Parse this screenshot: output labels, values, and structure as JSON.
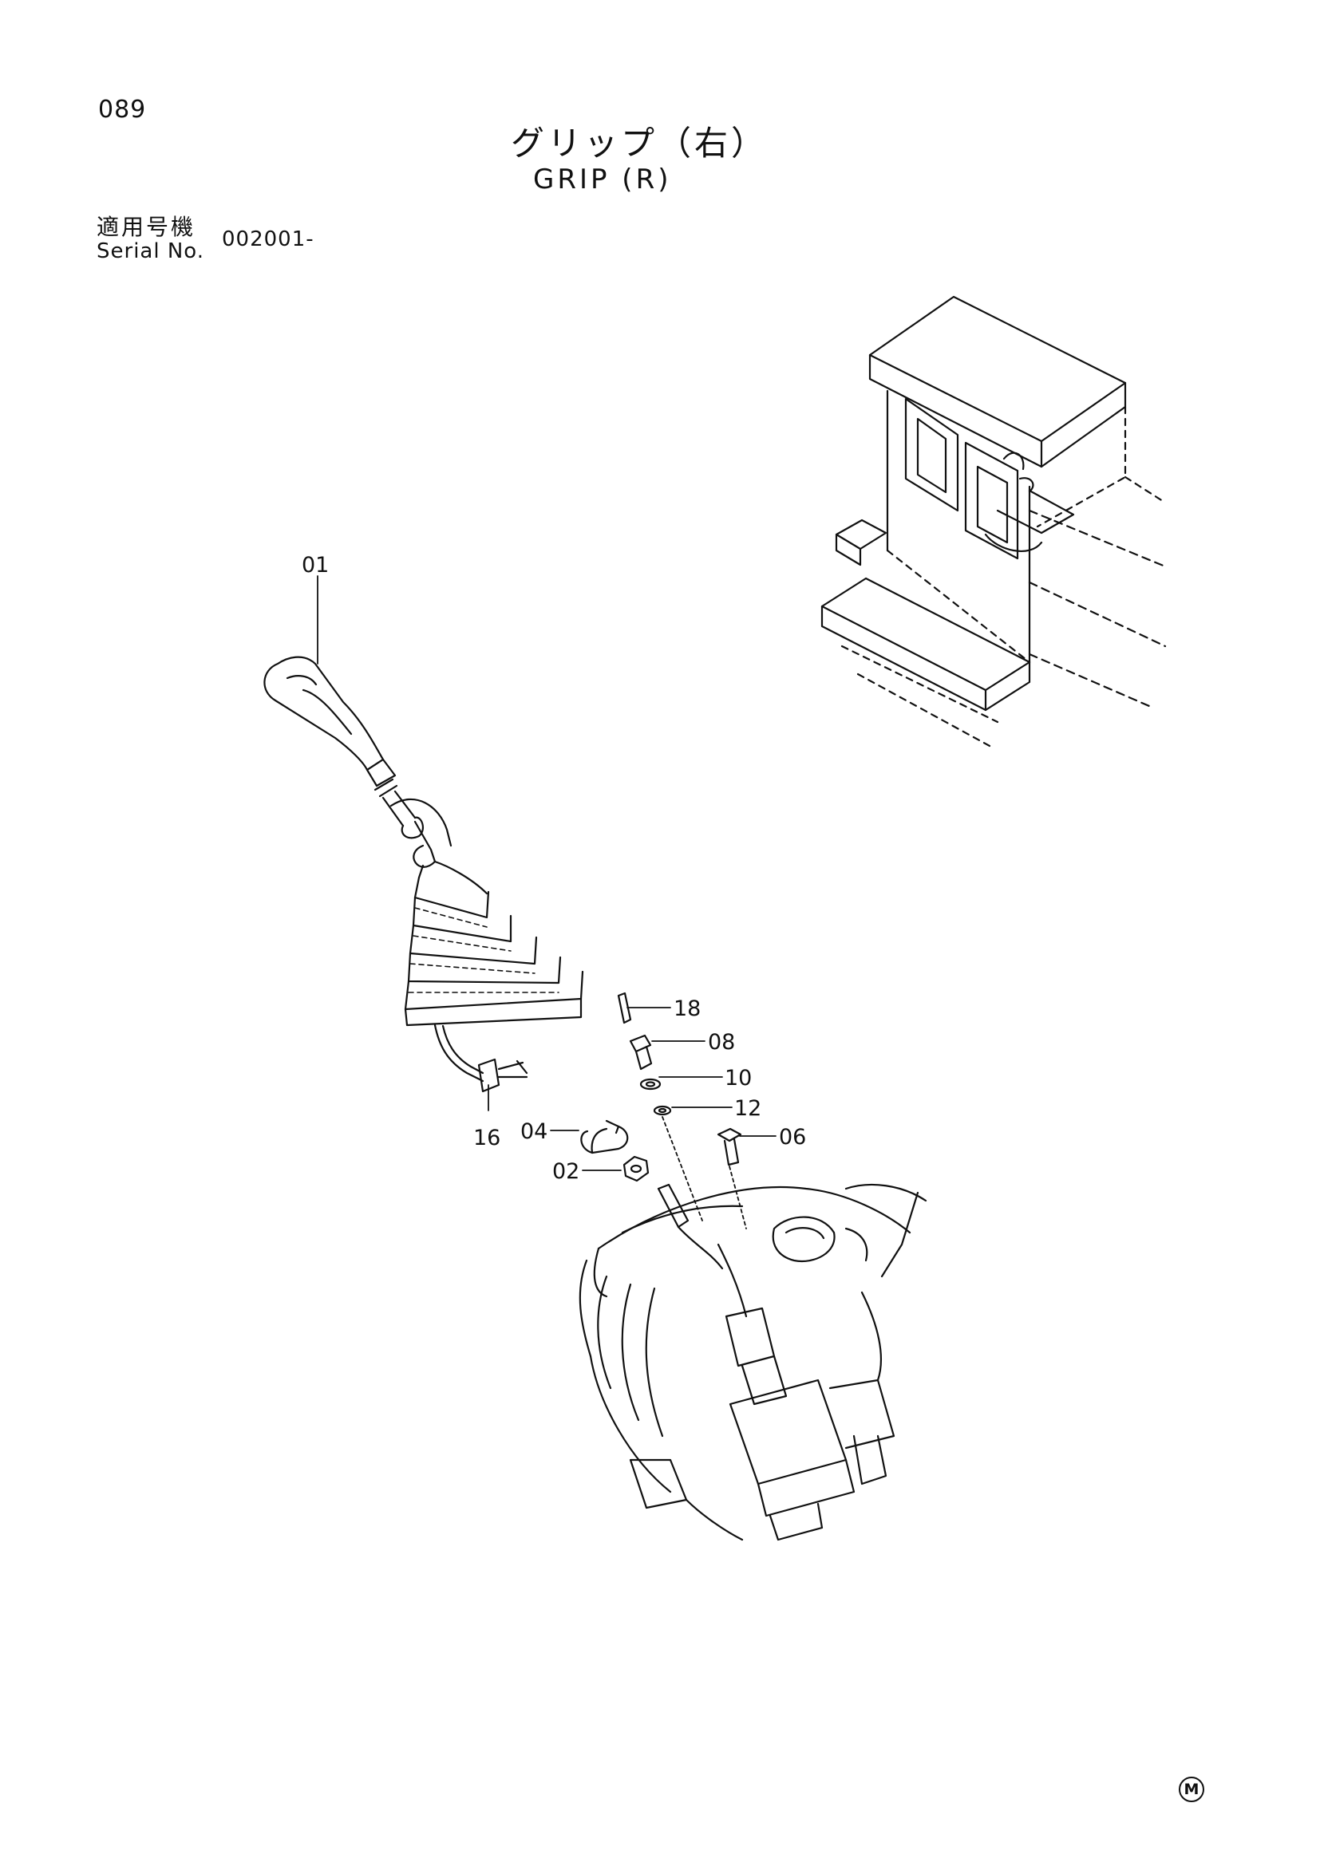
{
  "page": {
    "number": "089",
    "title_jp": "グリップ（右）",
    "title_en": "GRIP (R)",
    "serial_label_jp": "適用号機",
    "serial_label_en": "Serial No.",
    "serial_value": "002001-",
    "corner_mark": "M"
  },
  "callouts": [
    {
      "id": "01",
      "label": "01"
    },
    {
      "id": "02",
      "label": "02"
    },
    {
      "id": "04",
      "label": "04"
    },
    {
      "id": "06",
      "label": "06"
    },
    {
      "id": "08",
      "label": "08"
    },
    {
      "id": "10",
      "label": "10"
    },
    {
      "id": "12",
      "label": "12"
    },
    {
      "id": "16",
      "label": "16"
    },
    {
      "id": "18",
      "label": "18"
    }
  ],
  "icons": [
    "cab-location-icon",
    "grip-lever-icon",
    "boot-icon",
    "control-valve-icon"
  ]
}
